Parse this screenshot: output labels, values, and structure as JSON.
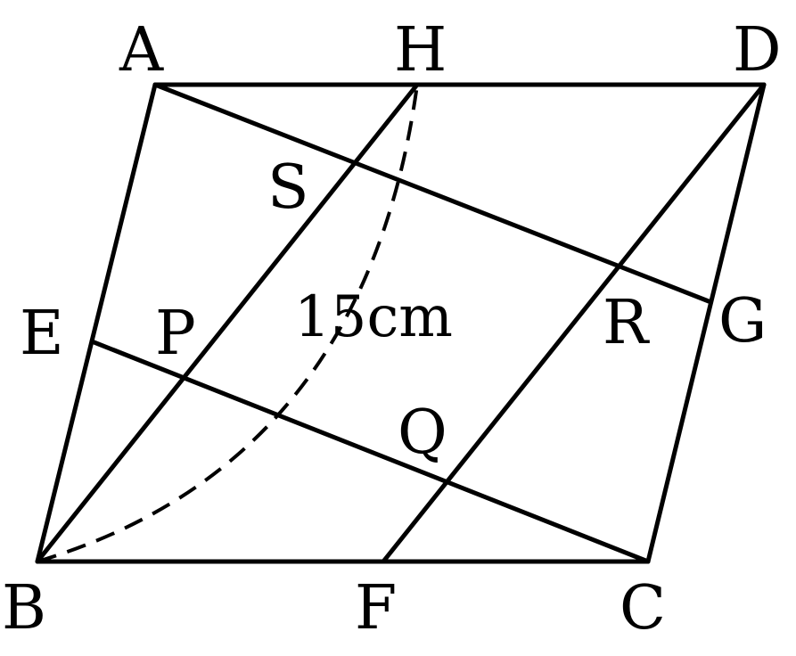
{
  "figure": {
    "points": {
      "A": "A",
      "H": "H",
      "D": "D",
      "S": "S",
      "E": "E",
      "P": "P",
      "R": "R",
      "G": "G",
      "Q": "Q",
      "B": "B",
      "F": "F",
      "C": "C"
    },
    "measurement": "15cm",
    "colors": {
      "line": "#000000",
      "background": "#ffffff"
    }
  }
}
